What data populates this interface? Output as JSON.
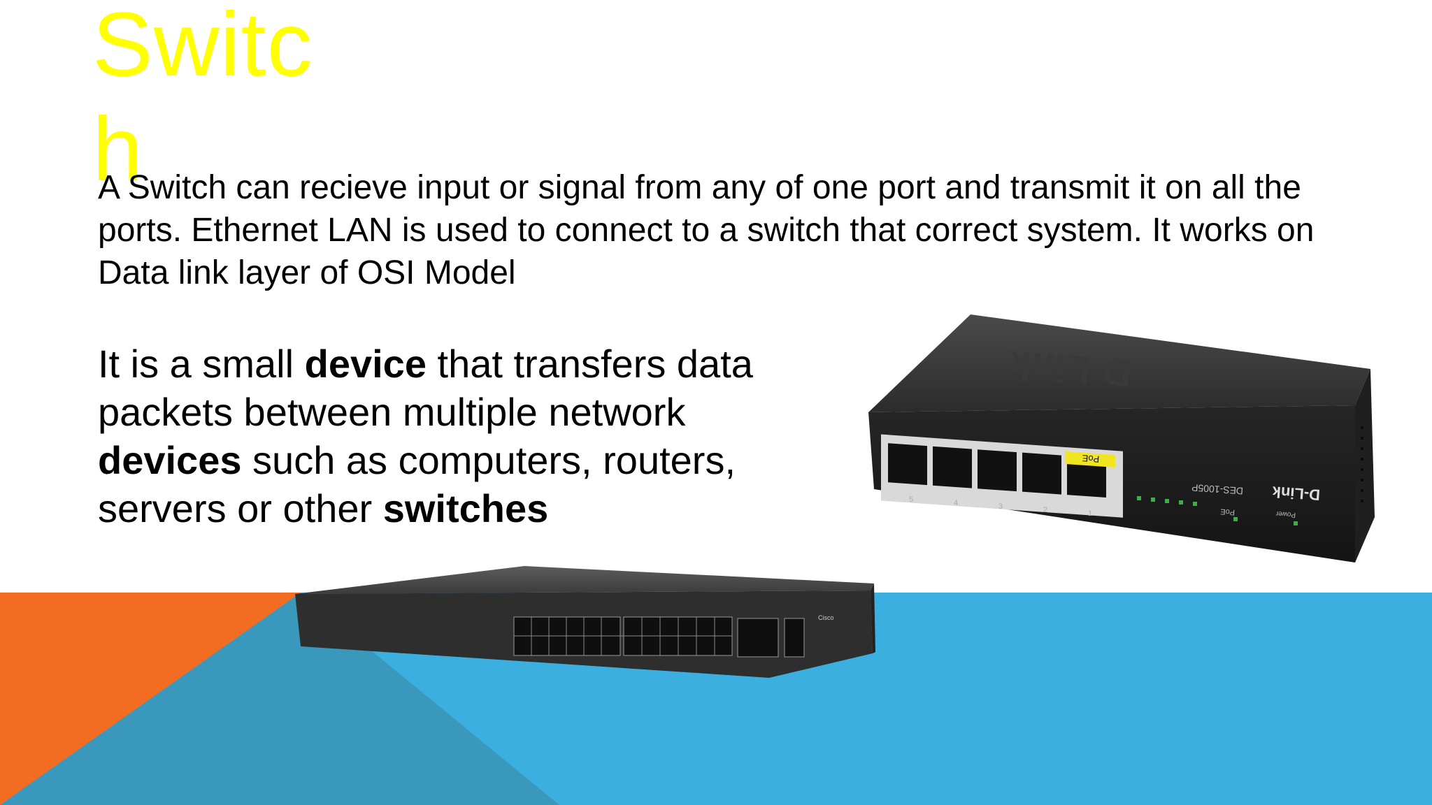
{
  "slide": {
    "title": "Switch",
    "paragraph1": "A Switch can recieve input or signal from any of one port and transmit it on all the ports. Ethernet LAN is used to connect to a switch that correct system. It works on Data link layer of OSI Model",
    "paragraph2": {
      "t1": "It is a small ",
      "b1": "device",
      "t2": " that transfers data packets between multiple network ",
      "b2": "devices",
      "t3": " such as computers, routers, servers or other ",
      "b3": "switches"
    }
  },
  "colors": {
    "title": "#ffff00",
    "orange": "#f26d21",
    "blue": "#3bb0e0",
    "blue_dark": "#3a98bd",
    "text": "#000000"
  },
  "images": {
    "small_switch": {
      "brand": "D-Link",
      "model": "DES-1005P",
      "poe_label": "PoE",
      "power_label": "Power",
      "poe_led_label": "PoE",
      "port_numbers": [
        "5",
        "4",
        "3",
        "2",
        "1"
      ]
    },
    "rack_switch": {
      "brand": "Cisco"
    }
  }
}
